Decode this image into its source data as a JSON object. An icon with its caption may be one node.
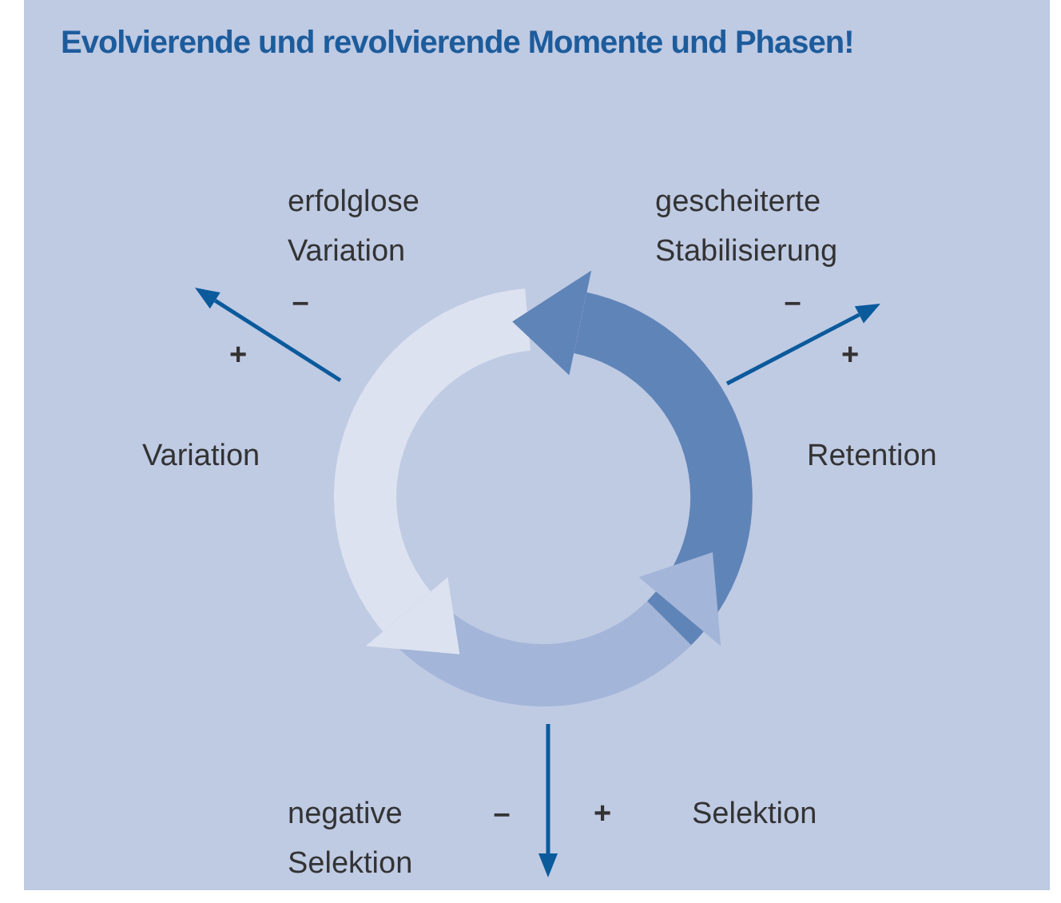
{
  "diagram": {
    "title": "Evolvierende und revolvierende Momente und Phasen!",
    "labels": [
      "erfolglose Variation",
      "gescheiterte Stabilisierung",
      "–",
      "–",
      "+",
      "+",
      "Variation",
      "Retention",
      "negative Selektion",
      "–",
      "+",
      "Selektion"
    ]
  }
}
